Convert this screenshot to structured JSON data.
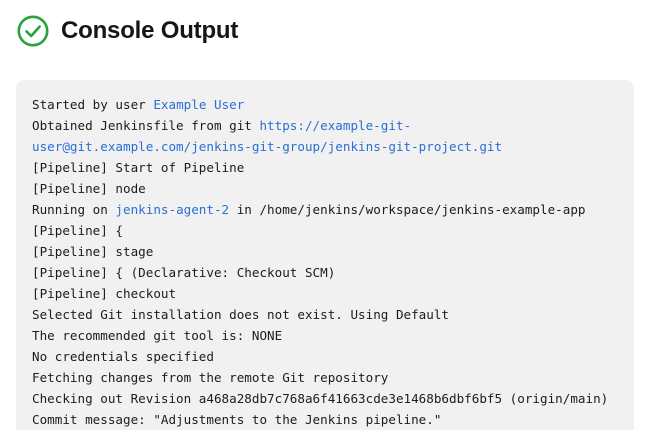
{
  "header": {
    "title": "Console Output",
    "status_icon": "check-circle-icon",
    "status_color": "#27a23f"
  },
  "theme": {
    "panel_background": "#f1f1f2",
    "text_color": "#1c1c1e",
    "muted_color": "#9b9b9e",
    "link_color": "#2a6fd4"
  },
  "console": {
    "lines": [
      {
        "style": "normal",
        "segments": [
          {
            "type": "text",
            "value": "Started by user "
          },
          {
            "type": "link",
            "value": "Example User"
          }
        ]
      },
      {
        "style": "normal",
        "segments": [
          {
            "type": "text",
            "value": "Obtained Jenkinsfile from git "
          },
          {
            "type": "link",
            "value": "https://example-git-user@git.example.com/jenkins-git-group/jenkins-git-project.git"
          }
        ]
      },
      {
        "style": "muted",
        "segments": [
          {
            "type": "text",
            "value": "[Pipeline] Start of Pipeline"
          }
        ]
      },
      {
        "style": "muted",
        "segments": [
          {
            "type": "text",
            "value": "[Pipeline] node"
          }
        ]
      },
      {
        "style": "normal",
        "segments": [
          {
            "type": "text",
            "value": "Running on "
          },
          {
            "type": "link",
            "value": "jenkins-agent-2"
          },
          {
            "type": "text",
            "value": " in /home/jenkins/workspace/jenkins-example-app"
          }
        ]
      },
      {
        "style": "muted",
        "segments": [
          {
            "type": "text",
            "value": "[Pipeline] {"
          }
        ]
      },
      {
        "style": "muted",
        "segments": [
          {
            "type": "text",
            "value": "[Pipeline] stage"
          }
        ]
      },
      {
        "style": "muted",
        "segments": [
          {
            "type": "text",
            "value": "[Pipeline] { (Declarative: Checkout SCM)"
          }
        ]
      },
      {
        "style": "muted",
        "segments": [
          {
            "type": "text",
            "value": "[Pipeline] checkout"
          }
        ]
      },
      {
        "style": "normal",
        "segments": [
          {
            "type": "text",
            "value": "Selected Git installation does not exist. Using Default"
          }
        ]
      },
      {
        "style": "normal",
        "segments": [
          {
            "type": "text",
            "value": "The recommended git tool is: NONE"
          }
        ]
      },
      {
        "style": "normal",
        "segments": [
          {
            "type": "text",
            "value": "No credentials specified"
          }
        ]
      },
      {
        "style": "normal",
        "segments": [
          {
            "type": "text",
            "value": "Fetching changes from the remote Git repository"
          }
        ]
      },
      {
        "style": "normal",
        "segments": [
          {
            "type": "text",
            "value": "Checking out Revision a468a28db7c768a6f41663cde3e1468b6dbf6bf5 (origin/main)"
          }
        ]
      },
      {
        "style": "normal",
        "segments": [
          {
            "type": "text",
            "value": "Commit message: \"Adjustments to the Jenkins pipeline.\""
          }
        ]
      }
    ]
  }
}
